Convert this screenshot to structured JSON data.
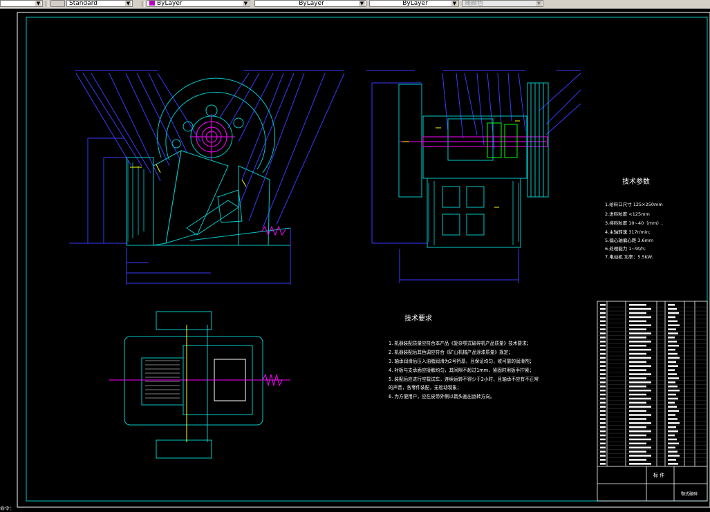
{
  "toolbar": {
    "text_style": "Standard",
    "layer": "ByLayer",
    "linetype": "ByLayer",
    "lineweight": "ByLayer",
    "plot_style": "随颜色",
    "layer_color": "#c000c0"
  },
  "drawing": {
    "tech_params": {
      "title": "技术参数",
      "items": [
        "1.给料口尺寸    125×250mm",
        "2.进料粒度        <125mm",
        "3.排料粒度        10~40（mm）,",
        "4.主轴转速        317r/min;",
        "5.偏心轴偏心距  3.6mm",
        "6.处理能力        1~9t/h;",
        "7.电动机        功率：5.5KW;"
      ]
    },
    "tech_requirements": {
      "title": "技术要求",
      "items": [
        "1. 机器装配质量应符合本产品《复杂颚式破碎机产品质量》技术要求；",
        "2. 机器装配后其色调应符合《矿山机械产品涂漆质量》规定；",
        "3. 轴承润滑后压入油脂润滑为2号钙基，且保证均匀，收可靠的润滑剂；",
        "4. 衬板与支承面应接触均匀，其间隙不超过1mm，紧固时用扳手拧紧；",
        "5. 装配后应进行空载试车，连续运转不得少于2小时，且轴承不应有不正常",
        "   的声音，各零件装配，无松动现象；",
        "6. 为方便用户，应在皮带外侧以箭头画出运转方向。"
      ]
    },
    "title_block": {
      "parts_label": "标 件",
      "drawing_label": "颚式破碎"
    },
    "colors": {
      "machine": "#00c8c8",
      "blue": "#3a3aff",
      "green": "#00ff00",
      "magenta": "#ff00ff",
      "yellow": "#ffff00",
      "hatch": "#00aaaa"
    }
  },
  "status": {
    "prompt": "命令："
  }
}
